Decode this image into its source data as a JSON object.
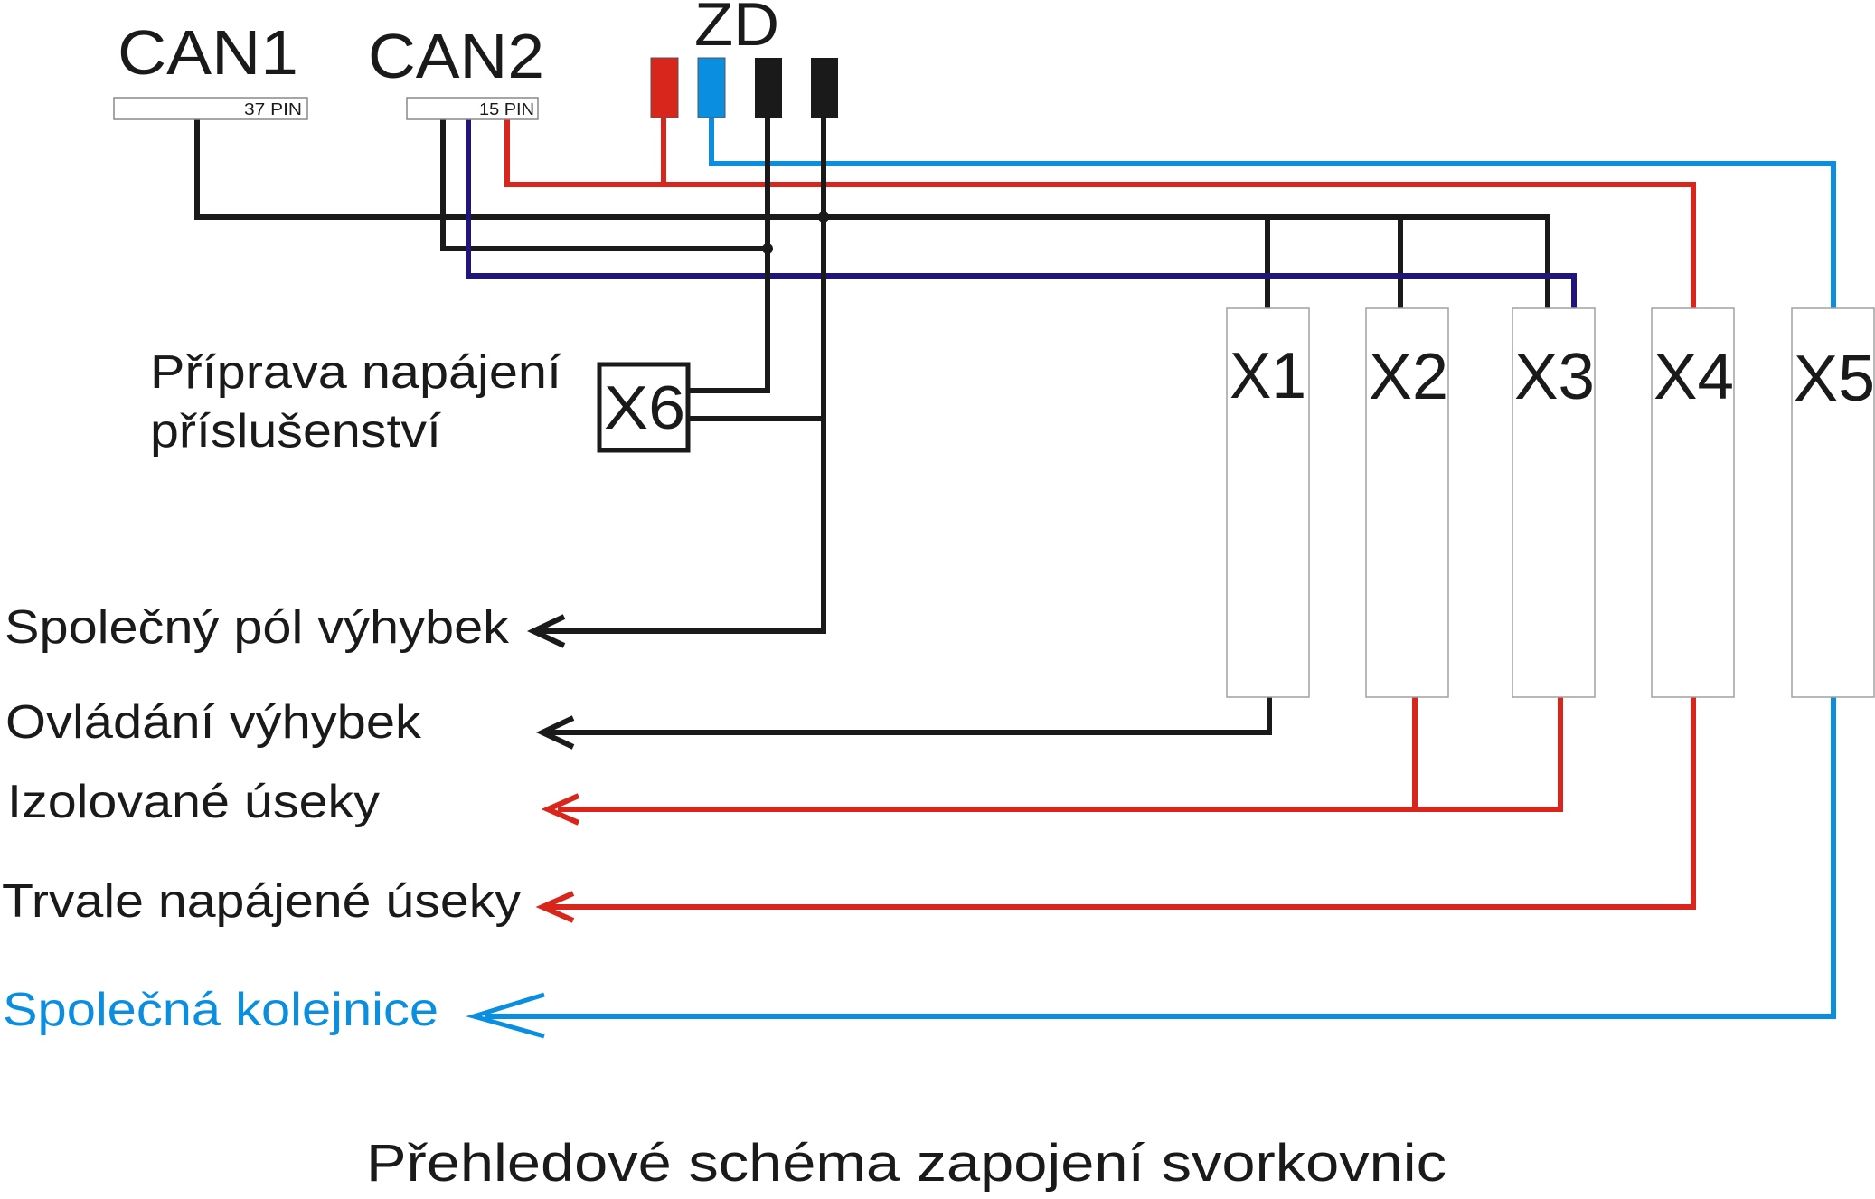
{
  "title": "Přehledové schéma zapojení svorkovnic",
  "colors": {
    "black": "#1a1a1a",
    "red": "#d9261c",
    "blue": "#0a8ee0",
    "purple": "#22157a",
    "box_border": "#a0a0a0"
  },
  "connectors": {
    "can1": {
      "label": "CAN1",
      "pins": "37 PIN"
    },
    "can2": {
      "label": "CAN2",
      "pins": "15 PIN"
    },
    "zd": {
      "label": "ZD",
      "terminals": [
        "red",
        "blue",
        "black",
        "black"
      ]
    }
  },
  "terminal_blocks": [
    "X1",
    "X2",
    "X3",
    "X4",
    "X5"
  ],
  "x6": {
    "label": "X6",
    "description_line1": "Příprava napájení",
    "description_line2": "příslušenství"
  },
  "outputs": [
    {
      "label": "Společný pól výhybek",
      "color": "black"
    },
    {
      "label": "Ovládání výhybek",
      "color": "black"
    },
    {
      "label": "Izolované úseky",
      "color": "red"
    },
    {
      "label": "Trvale napájené úseky",
      "color": "red"
    },
    {
      "label": "Společná kolejnice",
      "color": "blue"
    }
  ]
}
